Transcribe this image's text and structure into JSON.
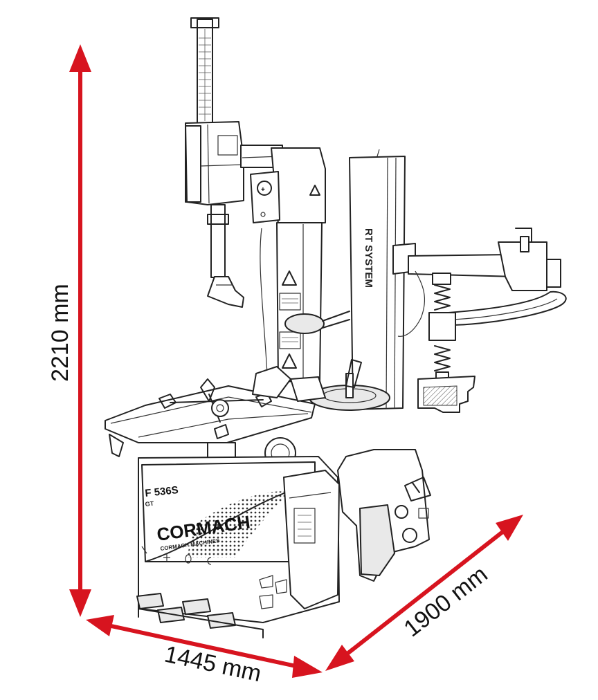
{
  "dimensions": {
    "height": "2210 mm",
    "width": "1445 mm",
    "depth": "1900 mm",
    "arrow_color": "#d7141f"
  },
  "machine_labels": {
    "column_text": "RT SYSTEM",
    "brand": "CORMACH",
    "brand_sub": "CORMACH MACHINES",
    "model": "F 536S",
    "model_suffix": "GT"
  },
  "icons": [
    "warning-triangle-icon",
    "lock-symbol-icon",
    "pedal-icon"
  ]
}
